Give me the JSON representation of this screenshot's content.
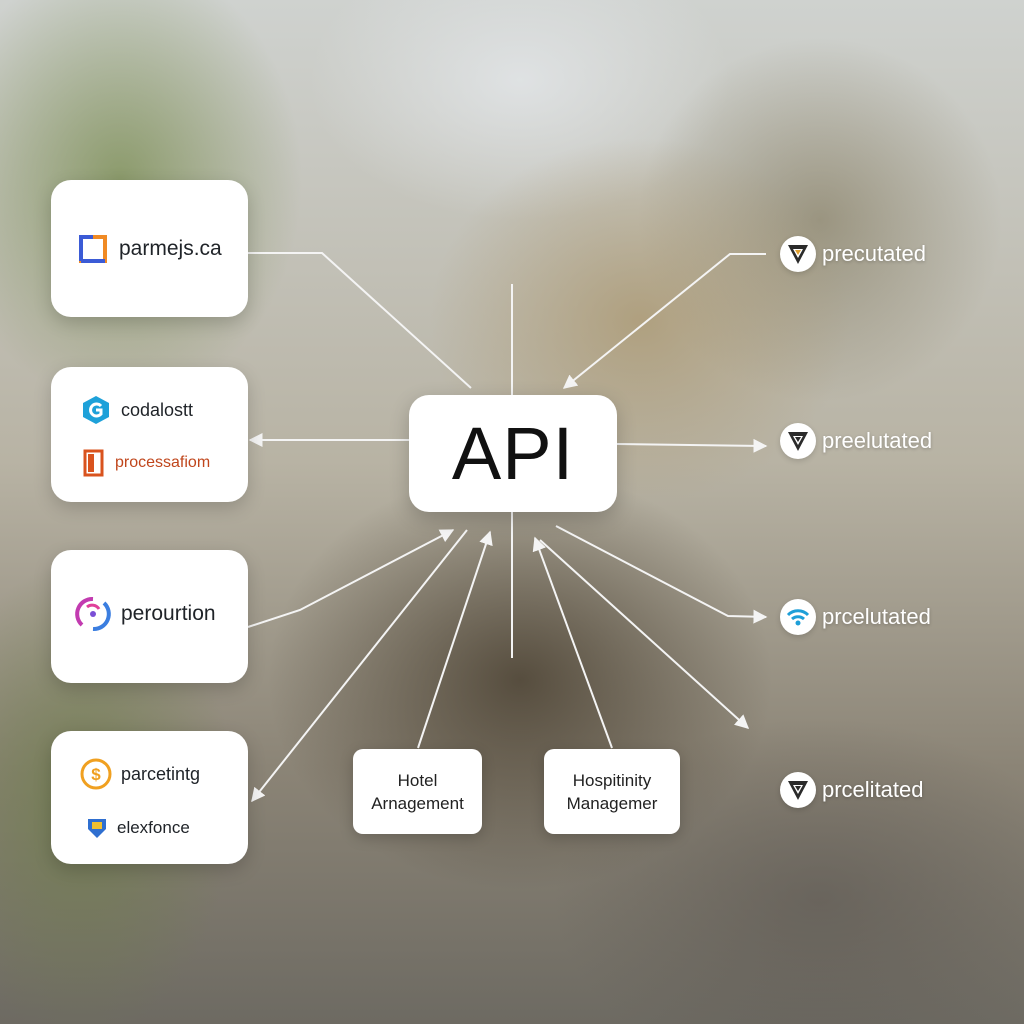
{
  "center": {
    "label": "API"
  },
  "left_cards": [
    {
      "rows": [
        {
          "text": "parmejs.ca",
          "icon": "square-bracket-logo-icon",
          "color": "#3b5bd6",
          "accent": "#f08a24"
        }
      ]
    },
    {
      "rows": [
        {
          "text": "codalostt",
          "icon": "g-hexagon-logo-icon",
          "color": "#1ea1d9"
        },
        {
          "text": "processafiom",
          "icon": "orange-document-logo-icon",
          "color": "#d9531e",
          "textColor": "#c0461c"
        }
      ]
    },
    {
      "rows": [
        {
          "text": "perourtion",
          "icon": "circular-arrows-logo-icon",
          "color": "#c23bb0",
          "accent": "#3b7ee0"
        }
      ]
    },
    {
      "rows": [
        {
          "text": "parcetintg",
          "icon": "dollar-coin-logo-icon",
          "color": "#f0a020"
        },
        {
          "text": "elexfonce",
          "icon": "blue-shield-logo-icon",
          "color": "#2f6fd0",
          "accent": "#f0c030"
        }
      ]
    }
  ],
  "bottom_cards": [
    {
      "line1": "Hotel",
      "line2": "Arnagement"
    },
    {
      "line1": "Hospitinity",
      "line2": "Managemer"
    }
  ],
  "right_items": [
    {
      "text": "precutated",
      "icon": "v-shield-logo-icon"
    },
    {
      "text": "preelutated",
      "icon": "v-shield-logo-icon"
    },
    {
      "text": "prcelutated",
      "icon": "wifi-logo-icon"
    },
    {
      "text": "prcelitated",
      "icon": "v-shield-logo-icon"
    }
  ],
  "colors": {
    "connector": "#f4f4f4",
    "card_bg": "#ffffff",
    "text_dark": "#1f2328",
    "text_light": "#ffffff"
  }
}
